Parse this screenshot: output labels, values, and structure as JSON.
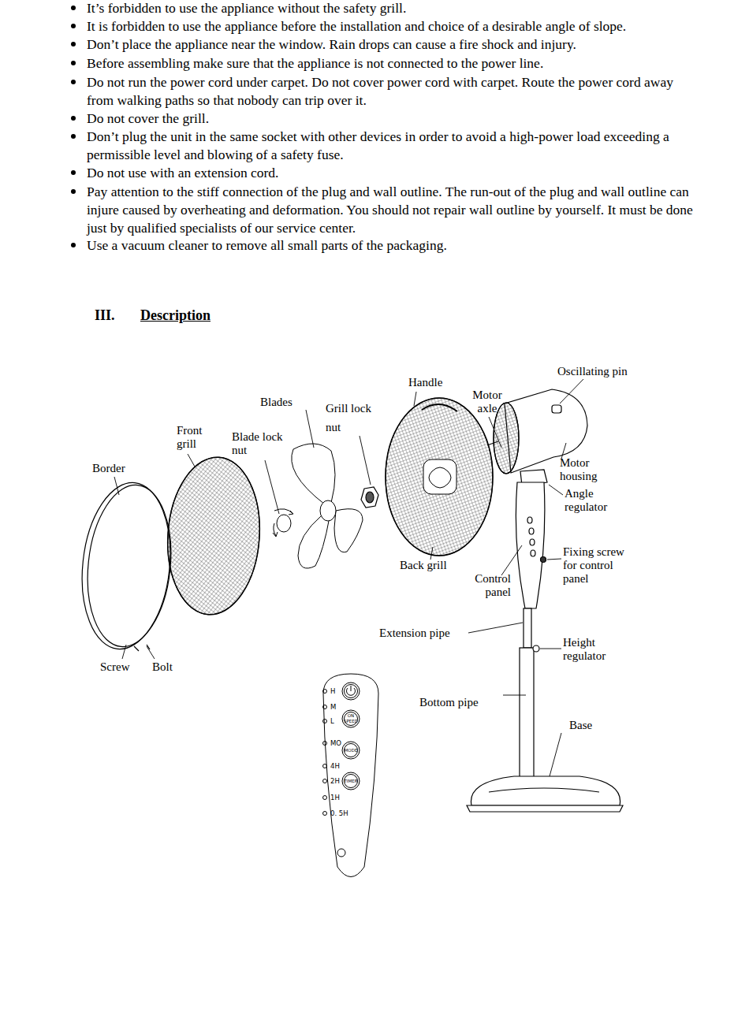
{
  "diagram": {
    "title": "Description",
    "labels": [
      "It’s forbidden to use the appliance without the safety grill.",
      "It is forbidden to use the appliance before the installation and choice of a desirable angle of slope.",
      "Don’t place the appliance near the window. Rain drops can cause a fire shock and injury.",
      "Before assembling make sure that the appliance is not connected to the power line.",
      "Do not run the power cord under carpet. Do not cover power cord with carpet. Route the power cord away from walking paths so that nobody can trip over it.",
      "Do not cover the grill.",
      "Don’t plug the unit in the same socket with other devices in order to avoid a high-power load exceeding a permissible level and blowing of a safety fuse.",
      "Do not use with an extension cord.",
      "Pay attention to the stiff connection of the plug and wall outline. The run-out of the plug and wall outline can injure caused by overheating and deformation. You should not repair wall outline by yourself. It must be done just by qualified specialists of our service center.",
      "Use a vacuum cleaner to remove all small parts of the packaging.",
      "III.",
      "Oscillating pin",
      "Handle",
      "Motor axle",
      "Blades",
      "Grill lock nut",
      "Front grill",
      "Blade lock nut",
      "Border",
      "Motor housing",
      "Angle regulator",
      "Fixing screw for control panel",
      "Back grill",
      "Control panel",
      "Extension pipe",
      "Height regulator",
      "Bottom pipe",
      "Base",
      "Screw",
      "Bolt",
      "H",
      "M",
      "L",
      "MO",
      "4H",
      "2H",
      "1H",
      "0. 5H",
      "ON",
      "SPEED",
      "MODE",
      "TIMER"
    ]
  }
}
